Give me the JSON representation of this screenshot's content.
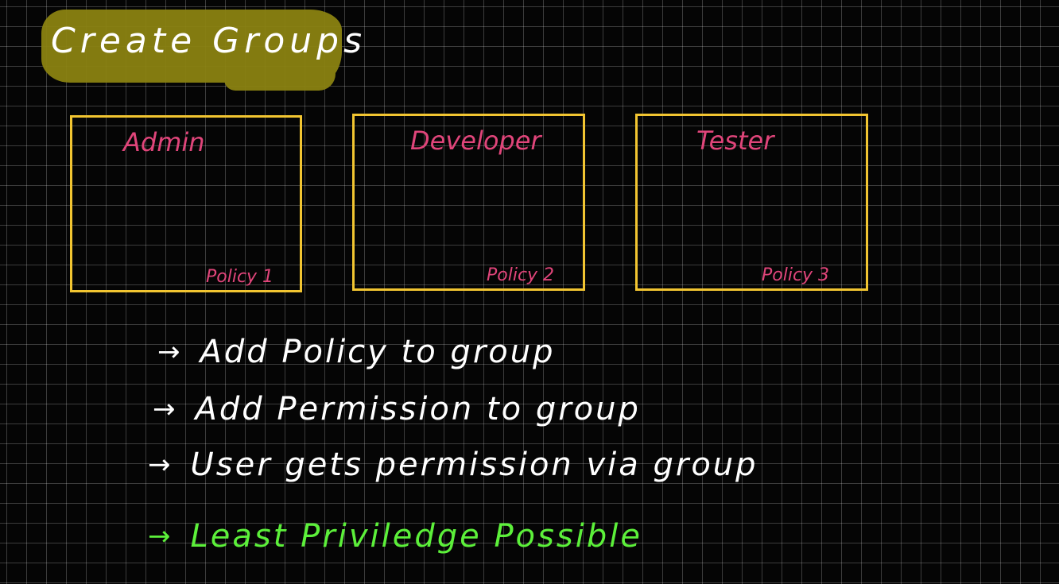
{
  "title": "Create Groups",
  "groups": [
    {
      "name": "Admin",
      "policy": "Policy 1"
    },
    {
      "name": "Developer",
      "policy": "Policy 2"
    },
    {
      "name": "Tester",
      "policy": "Policy 3"
    }
  ],
  "bullets": [
    {
      "arrow": "→",
      "text": "Add Policy to group"
    },
    {
      "arrow": "→",
      "text": "Add Permission to group"
    },
    {
      "arrow": "→",
      "text": "User gets permission via group"
    },
    {
      "arrow": "→",
      "text": "Least Priviledge Possible"
    }
  ],
  "colors": {
    "background": "#050505",
    "grid": "#ffffff",
    "highlight": "#8a8211",
    "box_border": "#f2c531",
    "group_text": "#e0457a",
    "bullet_text": "#ffffff",
    "emphasis_text": "#5cf03a"
  }
}
